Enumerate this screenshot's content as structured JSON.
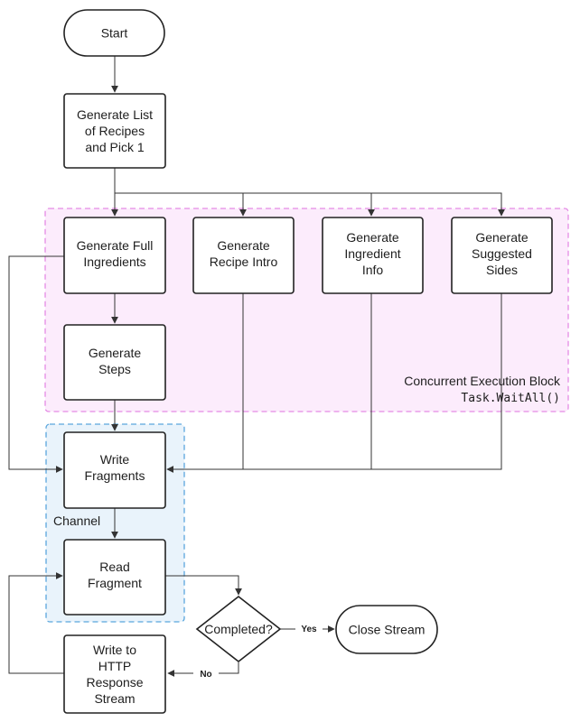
{
  "nodes": {
    "start": [
      "Start"
    ],
    "generate_list": [
      "Generate List",
      "of Recipes",
      "and Pick 1"
    ],
    "gen_full_ingredients": [
      "Generate Full",
      "Ingredients"
    ],
    "gen_recipe_intro": [
      "Generate",
      "Recipe Intro"
    ],
    "gen_ingredient_info": [
      "Generate",
      "Ingredient",
      "Info"
    ],
    "gen_suggested_sides": [
      "Generate",
      "Suggested",
      "Sides"
    ],
    "gen_steps": [
      "Generate",
      "Steps"
    ],
    "write_fragments": [
      "Write",
      "Fragments"
    ],
    "read_fragment": [
      "Read",
      "Fragment"
    ],
    "completed": [
      "Completed?"
    ],
    "close_stream": [
      "Close Stream"
    ],
    "write_http": [
      "Write to",
      "HTTP",
      "Response",
      "Stream"
    ]
  },
  "groups": {
    "concurrent_label": "Concurrent Execution Block",
    "concurrent_code": "Task.WaitAll()",
    "channel_label": "Channel"
  },
  "edges": {
    "yes": "Yes",
    "no": "No"
  },
  "colors": {
    "concurrent_fill": "#fcecfc",
    "concurrent_stroke": "#e58be5",
    "channel_fill": "#e9f3fb",
    "channel_stroke": "#5aa6dd",
    "line": "#333333"
  }
}
